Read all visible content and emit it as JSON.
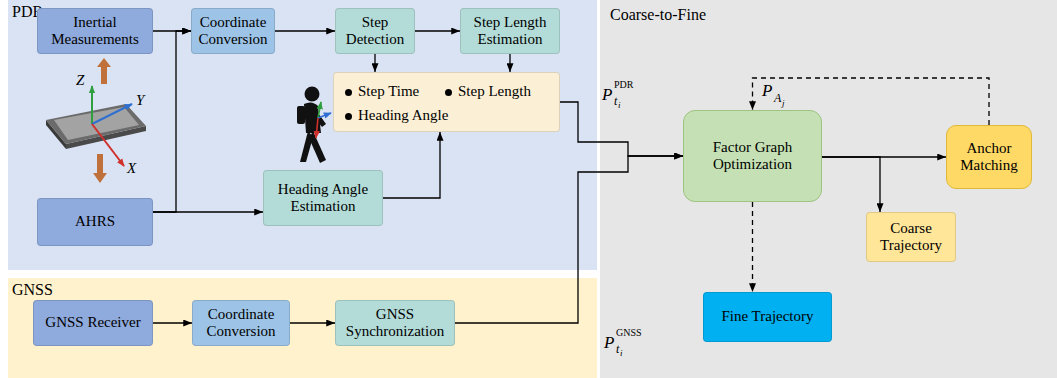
{
  "diagram": {
    "nodes": [
      {
        "text": [
          "PDR"
        ]
      },
      {
        "text": [
          "Inertial Measurements"
        ],
        "in": 0
      },
      {
        "text": [
          "Coordinate Conversion"
        ],
        "in": 0
      },
      {
        "text": [
          "Step Detection"
        ],
        "in": 0
      },
      {
        "text": [
          "Step Length Estimation"
        ],
        "in": 0
      },
      {
        "text": [
          "Step Time",
          "Step Length",
          "Heading Angle"
        ],
        "in": 0
      },
      {
        "text": [
          "AHRS"
        ],
        "in": 0
      },
      {
        "text": [
          "Heading Angle Estimation"
        ],
        "in": 0
      },
      {
        "text": [
          "GNSS"
        ]
      },
      {
        "text": [
          "GNSS Receiver"
        ],
        "in": 8
      },
      {
        "text": [
          "Coordinate Conversion"
        ],
        "in": 8
      },
      {
        "text": [
          "GNSS Synchronization"
        ],
        "in": 8
      },
      {
        "text": [
          "Coarse-to-Fine"
        ]
      },
      {
        "text": [
          "Factor Graph Optimization"
        ],
        "in": 12
      },
      {
        "text": [
          "Anchor Matching"
        ],
        "in": 12
      },
      {
        "text": [
          "Coarse Trajectory"
        ],
        "in": 12
      },
      {
        "text": [
          "Fine Trajectory"
        ],
        "in": 12
      }
    ],
    "edges": [
      {
        "from": 1,
        "to": 2,
        "arrow": "to"
      },
      {
        "from": 6,
        "to": 2,
        "arrow": "to"
      },
      {
        "from": 6,
        "to": 7,
        "arrow": "to"
      },
      {
        "from": 2,
        "to": 3,
        "arrow": "to"
      },
      {
        "from": 3,
        "to": 4,
        "arrow": "to"
      },
      {
        "from": 3,
        "to": 5,
        "arrow": "to"
      },
      {
        "from": 4,
        "to": 5,
        "arrow": "to"
      },
      {
        "from": 7,
        "to": 5,
        "arrow": "to"
      },
      {
        "from": 5,
        "to": 13,
        "label": "PtiPDR",
        "arrow": "to"
      },
      {
        "from": 9,
        "to": 10,
        "arrow": "to"
      },
      {
        "from": 10,
        "to": 11,
        "arrow": "to"
      },
      {
        "from": 11,
        "to": 13,
        "label": "PtiGNSS",
        "arrow": "to"
      },
      {
        "from": 13,
        "to": 14,
        "arrow": "to"
      },
      {
        "from": 13,
        "to": 15,
        "arrow": "to"
      },
      {
        "from": 14,
        "to": 13,
        "label": "PAj",
        "arrow": "to"
      },
      {
        "from": 13,
        "to": 16,
        "arrow": "to"
      }
    ],
    "labels": [
      "Z",
      "Y",
      "X"
    ]
  }
}
